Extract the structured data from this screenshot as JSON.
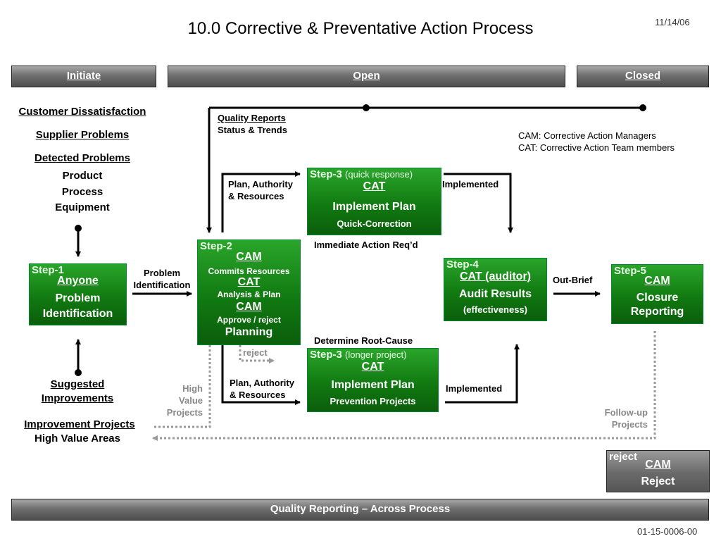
{
  "header": {
    "title": "10.0 Corrective & Preventative Action Process",
    "date": "11/14/06",
    "doc_number": "01-15-0006-00"
  },
  "phases": {
    "initiate": "Initiate",
    "open": "Open",
    "closed": "Closed"
  },
  "left_column": {
    "customer": "Customer Dissatisfaction",
    "supplier": "Supplier Problems",
    "detected": "Detected Problems",
    "product": "Product",
    "process": "Process",
    "equipment": "Equipment",
    "suggested_1": "Suggested",
    "suggested_2": "Improvements",
    "improvement_projects": "Improvement Projects",
    "high_value_areas": "High Value Areas"
  },
  "legend": {
    "cam": "CAM: Corrective Action Managers",
    "cat": "CAT: Corrective Action Team members"
  },
  "quality_reports": {
    "title": "Quality Reports",
    "subtitle": "Status & Trends"
  },
  "step1": {
    "step": "Step-1",
    "who": "Anyone",
    "line1": "Problem",
    "line2": "Identification"
  },
  "step2": {
    "step": "Step-2",
    "cam": "CAM",
    "cam_desc": "Commits Resources",
    "cat": "CAT",
    "cat_desc": "Analysis & Plan",
    "cam2": "CAM",
    "cam2_desc": "Approve / reject",
    "planning": "Planning"
  },
  "step3_quick": {
    "step": "Step-3",
    "note": "(quick response)",
    "cat": "CAT",
    "line1": "Implement Plan",
    "line2": "Quick-Correction"
  },
  "step3_long": {
    "step": "Step-3",
    "note": "(longer project)",
    "cat": "CAT",
    "line1": "Implement Plan",
    "line2": "Prevention Projects"
  },
  "step4": {
    "step": "Step-4",
    "who": "CAT (auditor)",
    "line1": "Audit Results",
    "line2": "(effectiveness)"
  },
  "step5": {
    "step": "Step-5",
    "who": "CAM",
    "line1": "Closure",
    "line2": "Reporting"
  },
  "reject_box": {
    "label": "reject",
    "who": "CAM",
    "line1": "Reject"
  },
  "labels": {
    "problem_identification_1": "Problem",
    "problem_identification_2": "Identification",
    "plan_authority_top_1": "Plan, Authority",
    "plan_authority_top_2": "& Resources",
    "plan_authority_bot_1": "Plan, Authority",
    "plan_authority_bot_2": "& Resources",
    "implemented_top": "Implemented",
    "implemented_bot": "Implemented",
    "immediate_action": "Immediate Action Req’d",
    "determine_root_cause": "Determine Root-Cause",
    "out_brief": "Out-Brief",
    "reject": "reject",
    "high_value_1": "High",
    "high_value_2": "Value",
    "high_value_3": "Projects",
    "follow_up_1": "Follow-up",
    "follow_up_2": "Projects"
  },
  "footer": {
    "bar": "Quality Reporting – Across Process"
  },
  "colors": {
    "step_green": "#117a11",
    "phase_gray": "#6f6f6f",
    "dotted_gray": "#999999"
  }
}
